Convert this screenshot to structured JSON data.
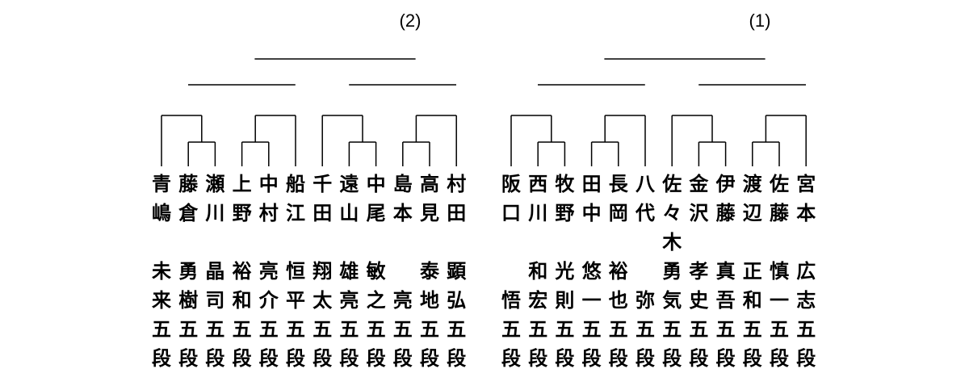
{
  "brackets": [
    {
      "label": "(2)",
      "players": [
        {
          "surname": [
            "青",
            "嶋"
          ],
          "given": [
            "未",
            "来"
          ],
          "rank": [
            "五",
            "段"
          ]
        },
        {
          "surname": [
            "藤",
            "倉"
          ],
          "given": [
            "勇",
            "樹"
          ],
          "rank": [
            "五",
            "段"
          ]
        },
        {
          "surname": [
            "瀬",
            "川"
          ],
          "given": [
            "晶",
            "司"
          ],
          "rank": [
            "五",
            "段"
          ]
        },
        {
          "surname": [
            "上",
            "野"
          ],
          "given": [
            "裕",
            "和"
          ],
          "rank": [
            "五",
            "段"
          ]
        },
        {
          "surname": [
            "中",
            "村"
          ],
          "given": [
            "亮",
            "介"
          ],
          "rank": [
            "五",
            "段"
          ]
        },
        {
          "surname": [
            "船",
            "江"
          ],
          "given": [
            "恒",
            "平"
          ],
          "rank": [
            "五",
            "段"
          ]
        },
        {
          "surname": [
            "千",
            "田"
          ],
          "given": [
            "翔",
            "太"
          ],
          "rank": [
            "五",
            "段"
          ]
        },
        {
          "surname": [
            "遠",
            "山"
          ],
          "given": [
            "雄",
            "亮"
          ],
          "rank": [
            "五",
            "段"
          ]
        },
        {
          "surname": [
            "中",
            "尾"
          ],
          "given": [
            "敏",
            "之"
          ],
          "rank": [
            "五",
            "段"
          ]
        },
        {
          "surname": [
            "島",
            "本"
          ],
          "given": [
            "",
            "亮"
          ],
          "rank": [
            "五",
            "段"
          ]
        },
        {
          "surname": [
            "高",
            "見"
          ],
          "given": [
            "泰",
            "地"
          ],
          "rank": [
            "五",
            "段"
          ]
        },
        {
          "surname": [
            "村",
            "田"
          ],
          "given": [
            "顕",
            "弘"
          ],
          "rank": [
            "五",
            "段"
          ]
        }
      ]
    },
    {
      "label": "(1)",
      "players": [
        {
          "surname": [
            "阪",
            "口"
          ],
          "given": [
            "",
            "悟"
          ],
          "rank": [
            "五",
            "段"
          ]
        },
        {
          "surname": [
            "西",
            "川"
          ],
          "given": [
            "和",
            "宏"
          ],
          "rank": [
            "五",
            "段"
          ]
        },
        {
          "surname": [
            "牧",
            "野"
          ],
          "given": [
            "光",
            "則"
          ],
          "rank": [
            "五",
            "段"
          ]
        },
        {
          "surname": [
            "田",
            "中"
          ],
          "given": [
            "悠",
            "一"
          ],
          "rank": [
            "五",
            "段"
          ]
        },
        {
          "surname": [
            "長",
            "岡"
          ],
          "given": [
            "裕",
            "也"
          ],
          "rank": [
            "五",
            "段"
          ]
        },
        {
          "surname": [
            "八",
            "代"
          ],
          "given": [
            "",
            "弥"
          ],
          "rank": [
            "五",
            "段"
          ]
        },
        {
          "surname": [
            "佐",
            "々",
            "木"
          ],
          "given": [
            "勇",
            "気"
          ],
          "rank": [
            "五",
            "段"
          ]
        },
        {
          "surname": [
            "金",
            "沢"
          ],
          "given": [
            "孝",
            "史"
          ],
          "rank": [
            "五",
            "段"
          ]
        },
        {
          "surname": [
            "伊",
            "藤"
          ],
          "given": [
            "真",
            "吾"
          ],
          "rank": [
            "五",
            "段"
          ]
        },
        {
          "surname": [
            "渡",
            "辺"
          ],
          "given": [
            "正",
            "和"
          ],
          "rank": [
            "五",
            "段"
          ]
        },
        {
          "surname": [
            "佐",
            "藤"
          ],
          "given": [
            "慎",
            "一"
          ],
          "rank": [
            "五",
            "段"
          ]
        },
        {
          "surname": [
            "宮",
            "本"
          ],
          "given": [
            "広",
            "志"
          ],
          "rank": [
            "五",
            "段"
          ]
        }
      ]
    }
  ]
}
